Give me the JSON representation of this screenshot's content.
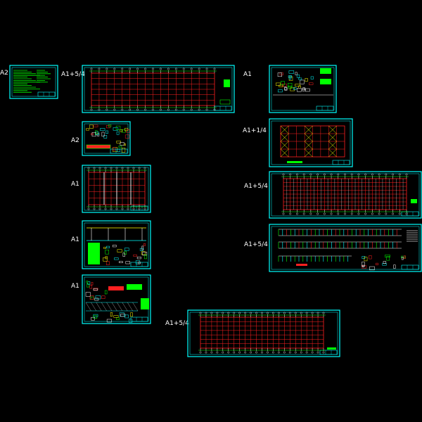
{
  "colors": {
    "background": "#000000",
    "frame": "#00ffff",
    "grid": "#ff2020",
    "axis": "#ffffff",
    "text": "#ffffff",
    "fill": "#00ff00",
    "accent": "#ffff00"
  },
  "sheets": [
    {
      "id": "s1",
      "size_label": "A2",
      "kind": "notes"
    },
    {
      "id": "s2",
      "size_label": "A1+5/4",
      "kind": "long-plan"
    },
    {
      "id": "s3",
      "size_label": "A2",
      "kind": "details"
    },
    {
      "id": "s4",
      "size_label": "A1",
      "kind": "grid-plan"
    },
    {
      "id": "s5",
      "size_label": "A1",
      "kind": "elevation"
    },
    {
      "id": "s6",
      "size_label": "A1",
      "kind": "mixed"
    },
    {
      "id": "s7",
      "size_label": "A1",
      "kind": "nodes"
    },
    {
      "id": "s8",
      "size_label": "A1+1/4",
      "kind": "bracing-plan"
    },
    {
      "id": "s9",
      "size_label": "A1+5/4",
      "kind": "roof-plan"
    },
    {
      "id": "s10",
      "size_label": "A1+5/4",
      "kind": "sections"
    },
    {
      "id": "s11",
      "size_label": "A1+5/4",
      "kind": "long-plan"
    }
  ]
}
